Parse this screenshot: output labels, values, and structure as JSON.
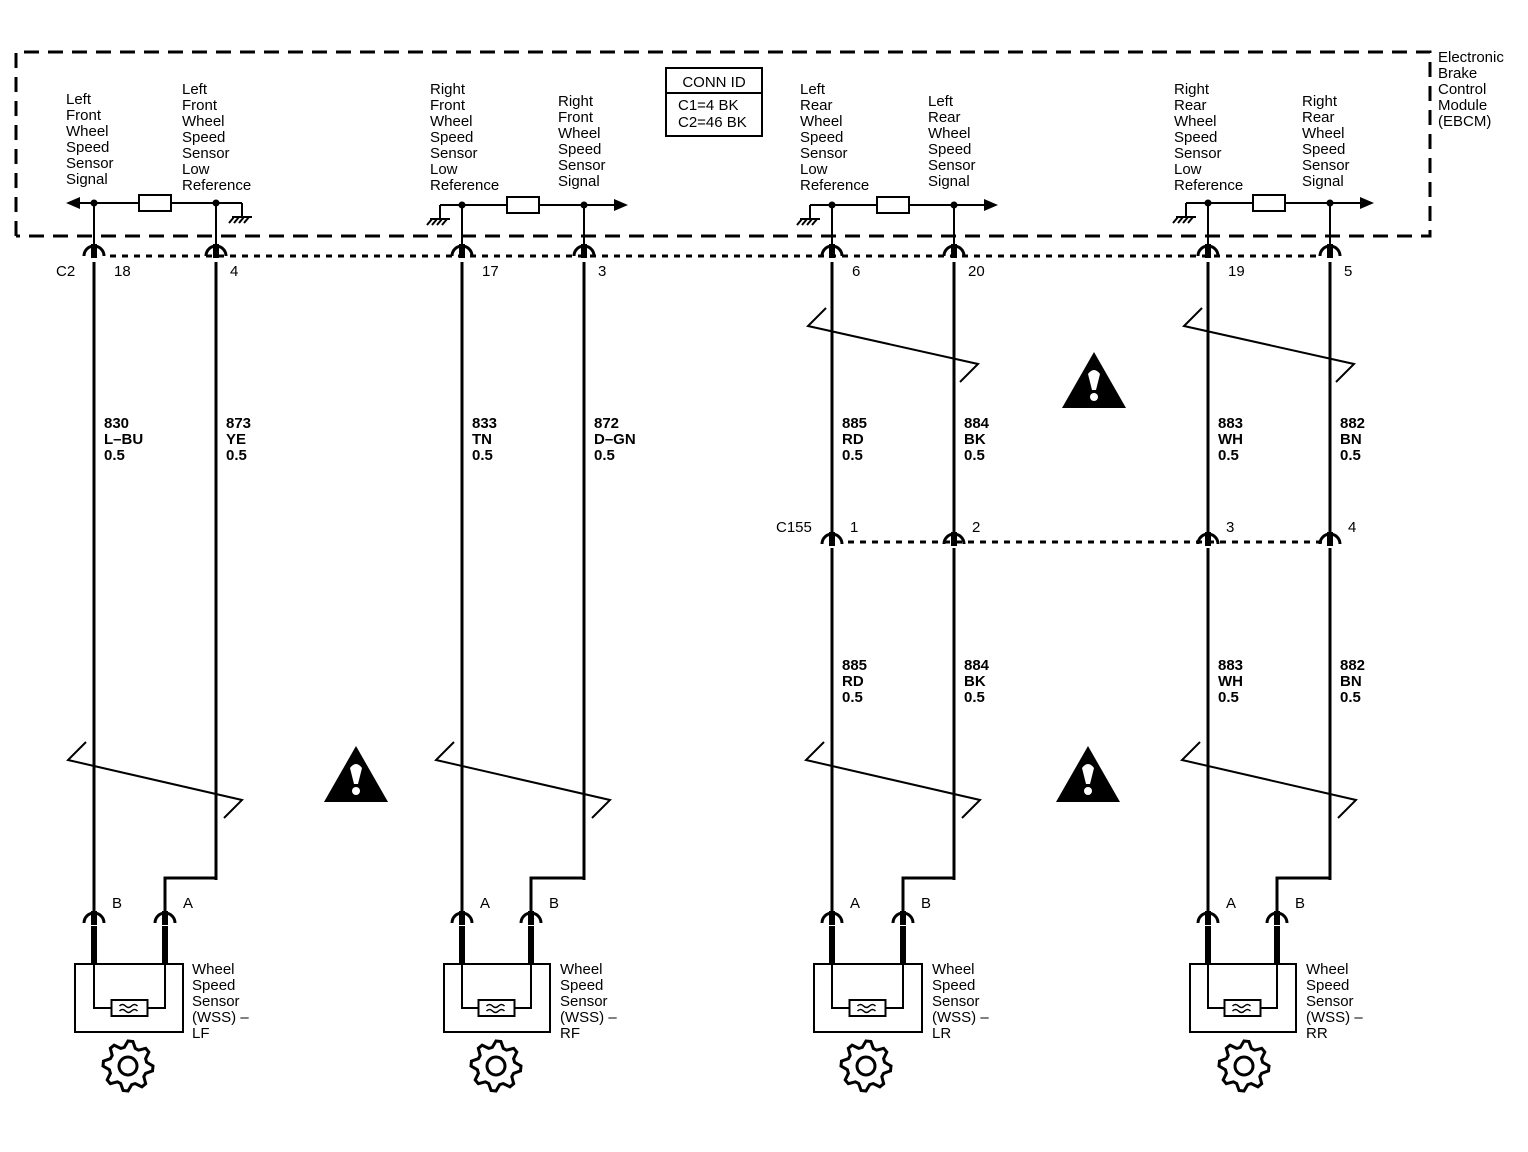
{
  "module": {
    "name_lines": [
      "Electronic",
      "Brake",
      "Control",
      "Module",
      "(EBCM)"
    ]
  },
  "conn_id": {
    "title": "CONN ID",
    "lines": [
      "C1=4 BK",
      "C2=46 BK"
    ]
  },
  "module_connector": "C2",
  "inline_connector": "C155",
  "sensors": [
    {
      "id": "lf",
      "name_lines": [
        "Wheel",
        "Speed",
        "Sensor",
        "(WSS) –",
        "LF"
      ],
      "signal": {
        "desc_lines": [
          "Left",
          "Front",
          "Wheel",
          "Speed",
          "Sensor",
          "Signal"
        ],
        "pin": "18",
        "circuit": "830",
        "color": "L–BU",
        "size": "0.5",
        "sensor_pin": "B"
      },
      "low_ref": {
        "desc_lines": [
          "Left",
          "Front",
          "Wheel",
          "Speed",
          "Sensor",
          "Low",
          "Reference"
        ],
        "pin": "4",
        "circuit": "873",
        "color": "YE",
        "size": "0.5",
        "sensor_pin": "A"
      }
    },
    {
      "id": "rf",
      "name_lines": [
        "Wheel",
        "Speed",
        "Sensor",
        "(WSS) –",
        "RF"
      ],
      "low_ref": {
        "desc_lines": [
          "Right",
          "Front",
          "Wheel",
          "Speed",
          "Sensor",
          "Low",
          "Reference"
        ],
        "pin": "17",
        "circuit": "833",
        "color": "TN",
        "size": "0.5",
        "sensor_pin": "A"
      },
      "signal": {
        "desc_lines": [
          "Right",
          "Front",
          "Wheel",
          "Speed",
          "Sensor",
          "Signal"
        ],
        "pin": "3",
        "circuit": "872",
        "color": "D–GN",
        "size": "0.5",
        "sensor_pin": "B"
      }
    },
    {
      "id": "lr",
      "name_lines": [
        "Wheel",
        "Speed",
        "Sensor",
        "(WSS) –",
        "LR"
      ],
      "low_ref": {
        "desc_lines": [
          "Left",
          "Rear",
          "Wheel",
          "Speed",
          "Sensor",
          "Low",
          "Reference"
        ],
        "pin": "6",
        "inline_pin": "1",
        "circuit": "885",
        "color": "RD",
        "size": "0.5",
        "sensor_pin": "A"
      },
      "signal": {
        "desc_lines": [
          "Left",
          "Rear",
          "Wheel",
          "Speed",
          "Sensor",
          "Signal"
        ],
        "pin": "20",
        "inline_pin": "2",
        "circuit": "884",
        "color": "BK",
        "size": "0.5",
        "sensor_pin": "B"
      }
    },
    {
      "id": "rr",
      "name_lines": [
        "Wheel",
        "Speed",
        "Sensor",
        "(WSS) –",
        "RR"
      ],
      "low_ref": {
        "desc_lines": [
          "Right",
          "Rear",
          "Wheel",
          "Speed",
          "Sensor",
          "Low",
          "Reference"
        ],
        "pin": "19",
        "inline_pin": "3",
        "circuit": "883",
        "color": "WH",
        "size": "0.5",
        "sensor_pin": "A"
      },
      "signal": {
        "desc_lines": [
          "Right",
          "Rear",
          "Wheel",
          "Speed",
          "Sensor",
          "Signal"
        ],
        "pin": "5",
        "inline_pin": "4",
        "circuit": "882",
        "color": "BN",
        "size": "0.5",
        "sensor_pin": "B"
      }
    }
  ],
  "icons": {
    "caution": "caution-triangle-icon",
    "gear": "gear-icon",
    "ground": "ground-icon",
    "resistor": "resistor-icon",
    "connector": "connector-terminal-icon"
  }
}
